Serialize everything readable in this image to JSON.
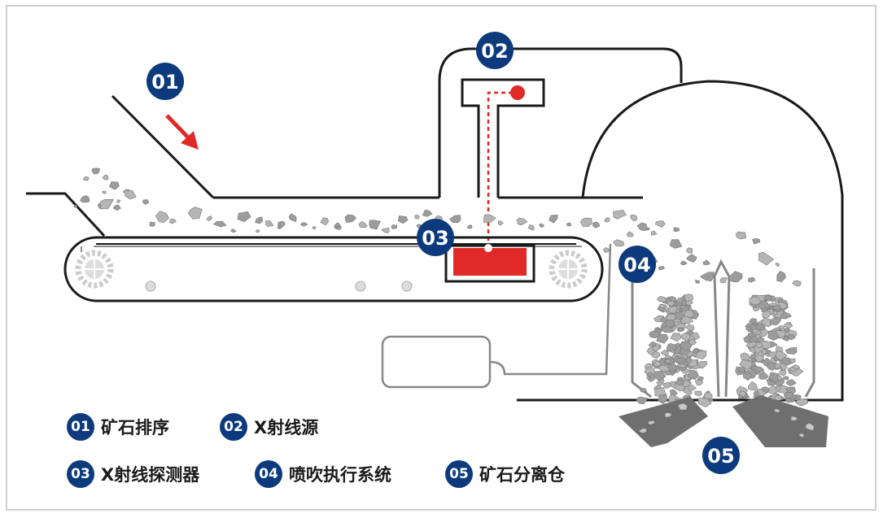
{
  "callouts": [
    {
      "id": "01"
    },
    {
      "id": "02"
    },
    {
      "id": "03"
    },
    {
      "id": "04"
    },
    {
      "id": "05"
    }
  ],
  "legend": [
    {
      "num": "01",
      "label": "矿石排序"
    },
    {
      "num": "02",
      "label": "X射线源"
    },
    {
      "num": "03",
      "label": "X射线探测器"
    },
    {
      "num": "04",
      "label": "喷吹执行系统"
    },
    {
      "num": "05",
      "label": "矿石分离仓"
    }
  ],
  "colors": {
    "callout": "#0c3a7d",
    "accent_red": "#e02a28",
    "line": "#1a1a1a",
    "rock": "#9a9a9a",
    "border": "#bdbdbd"
  }
}
